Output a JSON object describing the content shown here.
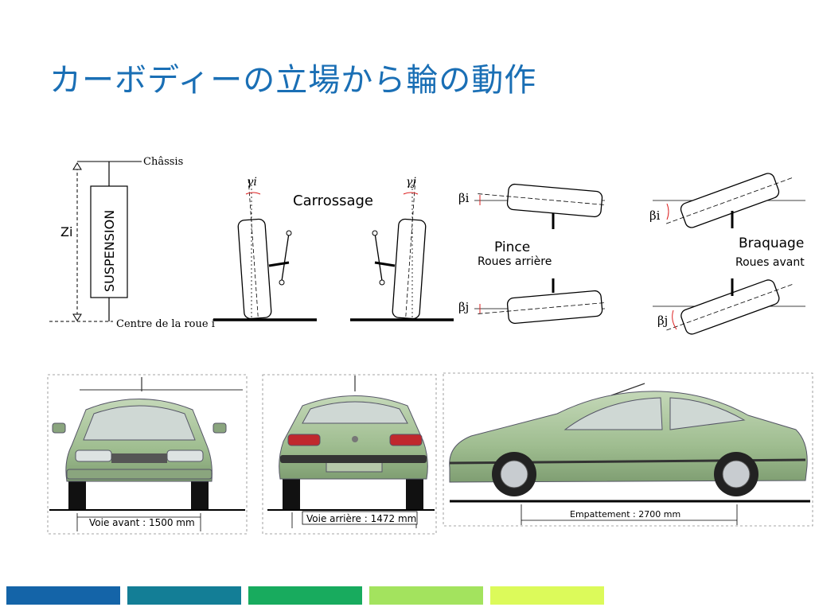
{
  "title": "カーボディーの立場から輪の動作",
  "suspension": {
    "chassis_label": "Châssis",
    "suspension_label": "SUSPENSION",
    "zi_label": "Zi",
    "wheel_center_label": "Centre de la roue i"
  },
  "camber": {
    "label": "Carrossage",
    "gamma_i": "γi",
    "gamma_j": "γj"
  },
  "toe": {
    "label": "Pince",
    "sublabel": "Roues arrière",
    "beta_i": "βi",
    "beta_j": "βj"
  },
  "steer": {
    "label": "Braquage",
    "sublabel": "Roues avant",
    "beta_i": "βi",
    "beta_j": "βj"
  },
  "cars": {
    "front_track": "Voie avant : 1500 mm",
    "rear_track": "Voie arrière : 1472 mm",
    "wheelbase": "Empattement : 2700 mm"
  },
  "colors": {
    "title": "#1a6fb5",
    "car_body": "#a8c49a",
    "bars": [
      "#1464a8",
      "#137e96",
      "#18ab5e",
      "#a3e35e",
      "#dcfa5a"
    ]
  }
}
